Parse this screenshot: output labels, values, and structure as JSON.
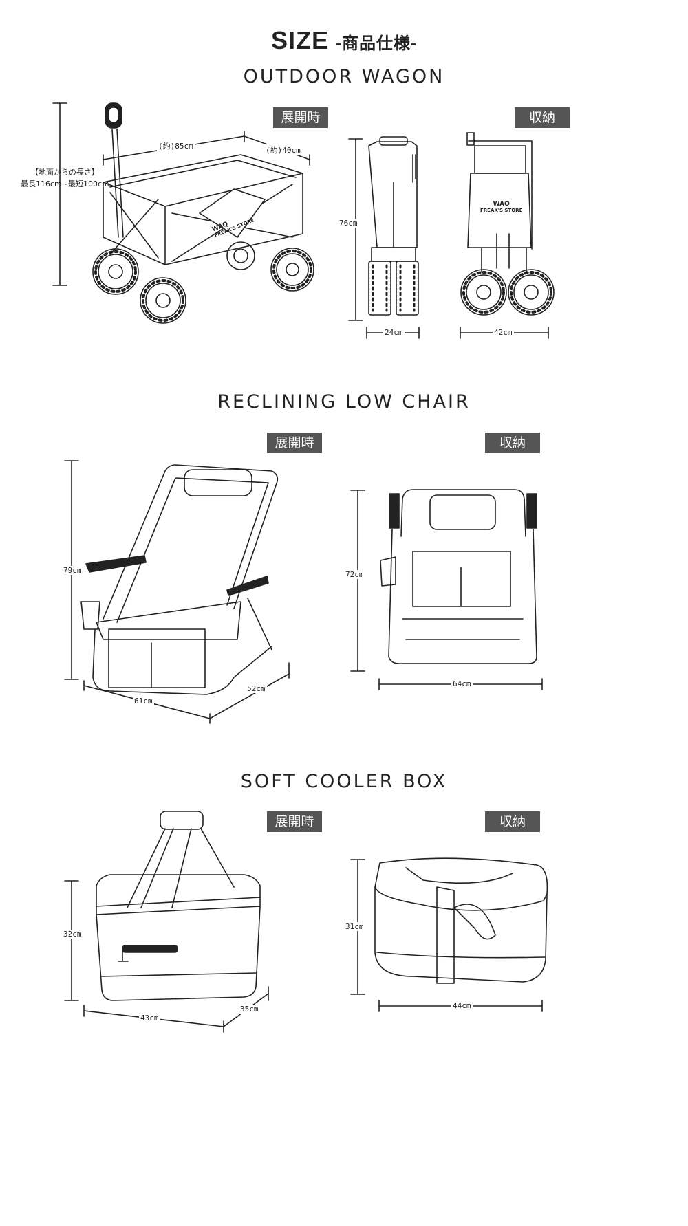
{
  "header": {
    "title": "SIZE",
    "subtitle": "-商品仕様-"
  },
  "wagon": {
    "title": "OUTDOOR WAGON",
    "badge_open": "展開時",
    "badge_stored": "収納",
    "dim_length": "(約)85cm",
    "dim_width": "(約)40cm",
    "height_note_line1": "【地面からの長さ】",
    "height_note_line2": "最長116cm~最短100cm",
    "dim_stored_height": "76cm",
    "dim_stored_depth": "24cm",
    "dim_stored_width": "42cm",
    "brand": "WAQ",
    "brand_sub": "FREAK'S STORE"
  },
  "chair": {
    "title": "RECLINING LOW CHAIR",
    "badge_open": "展開時",
    "badge_stored": "収納",
    "dim_height": "79cm",
    "dim_width": "61cm",
    "dim_depth": "52cm",
    "dim_stored_height": "72cm",
    "dim_stored_width": "64cm"
  },
  "cooler": {
    "title": "SOFT COOLER BOX",
    "badge_open": "展開時",
    "badge_stored": "収納",
    "dim_height": "32cm",
    "dim_width": "43cm",
    "dim_depth": "35cm",
    "dim_stored_height": "31cm",
    "dim_stored_width": "44cm"
  },
  "colors": {
    "badge_bg": "#555555",
    "line": "#222222"
  }
}
